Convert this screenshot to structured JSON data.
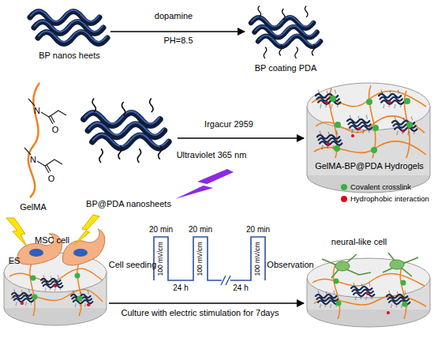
{
  "diagram": {
    "nodes": [
      {
        "text": [
          "BP nanos heets"
        ]
      },
      {
        "text": [
          "BP coating PDA"
        ]
      },
      {
        "text": [
          "GelMA"
        ]
      },
      {
        "text": [
          "BP@PDA nanosheets"
        ]
      },
      {
        "text": [
          "GelMA-BP@PDA Hydrogels"
        ]
      },
      {
        "text": [
          "MSC cell"
        ]
      },
      {
        "text": [
          "neural-like cell"
        ]
      }
    ],
    "edges": [
      {
        "from": 0,
        "to": 1,
        "arrow": "to",
        "label": "dopamine"
      },
      {
        "from": 3,
        "to": 4,
        "arrow": "to",
        "label": "Irgacur 2959"
      },
      {
        "from": 5,
        "to": 6,
        "arrow": "to",
        "label": "Culture with electric stimulation for 7days"
      }
    ],
    "labels": [
      "PH=8.5",
      "N",
      "O",
      "N",
      "O",
      "Ultraviolet 365 nm",
      "ES",
      "Cell seeding",
      "20 min",
      "20 min",
      "20 min",
      "100 mV/cm",
      "100 mV/cm",
      "100 mV/cm",
      "24 h",
      "24 h",
      "Observation"
    ],
    "legend": [
      {
        "text": "Covalent crosslink",
        "color": "#3cb043"
      },
      {
        "text": "Hydrophobic interaction",
        "color": "#e8001c"
      }
    ]
  }
}
